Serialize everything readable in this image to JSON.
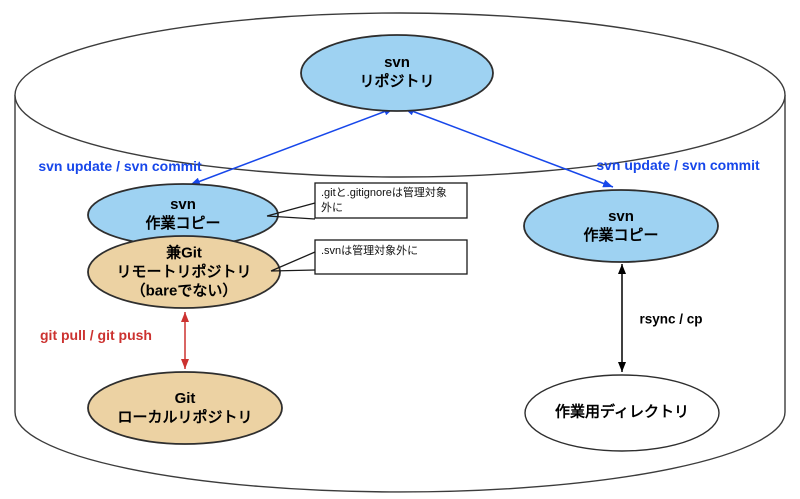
{
  "diagram": {
    "nodes": {
      "svn_repository": {
        "lines": [
          "svn",
          "リポジトリ"
        ]
      },
      "svn_working_copy_left": {
        "lines": [
          "svn",
          "作業コピー"
        ]
      },
      "git_remote_repository": {
        "lines": [
          "兼Git",
          "リモートリポジトリ",
          "（bareでない）"
        ]
      },
      "git_local_repository": {
        "lines": [
          "Git",
          "ローカルリポジトリ"
        ]
      },
      "svn_working_copy_right": {
        "lines": [
          "svn",
          "作業コピー"
        ]
      },
      "working_directory": {
        "lines": [
          "作業用ディレクトリ"
        ]
      }
    },
    "labels": {
      "svn_update_left": "svn update / svn commit",
      "svn_update_right": "svn update / svn commit",
      "git_pull_push": "git pull / git push",
      "rsync_cp": "rsync / cp"
    },
    "callouts": {
      "gitignore": {
        "lines": [
          ".gitと.gitignoreは管理対象",
          "外に"
        ]
      },
      "svn_ignore": {
        "lines": [
          ".svnは管理対象外に"
        ]
      }
    },
    "colors": {
      "svn_fill": "#9ED2F2",
      "git_fill": "#ECD2A3",
      "white_fill": "#FFFFFF",
      "node_border": "#2E2E2E",
      "cylinder_stroke": "#3C3C3C",
      "blue_action": "#1747EA",
      "red_action": "#CC3230",
      "black_action": "#000000"
    }
  }
}
